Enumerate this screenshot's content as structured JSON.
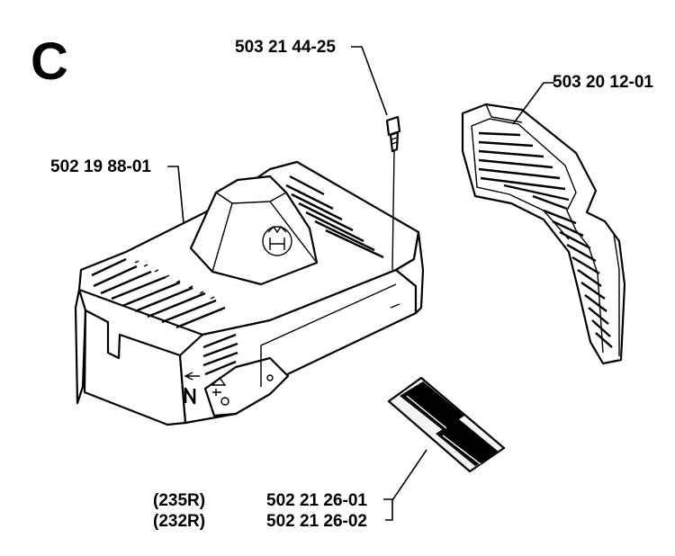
{
  "section": {
    "letter": "C"
  },
  "parts": {
    "screw": "503 21 44-25",
    "cover": "502 19 88-01",
    "grille": "503 20 12-01",
    "decal_235r": "502 21 26-01",
    "decal_232r": "502 21 26-02"
  },
  "models": {
    "m235r": "(235R)",
    "m232r": "(232R)"
  }
}
